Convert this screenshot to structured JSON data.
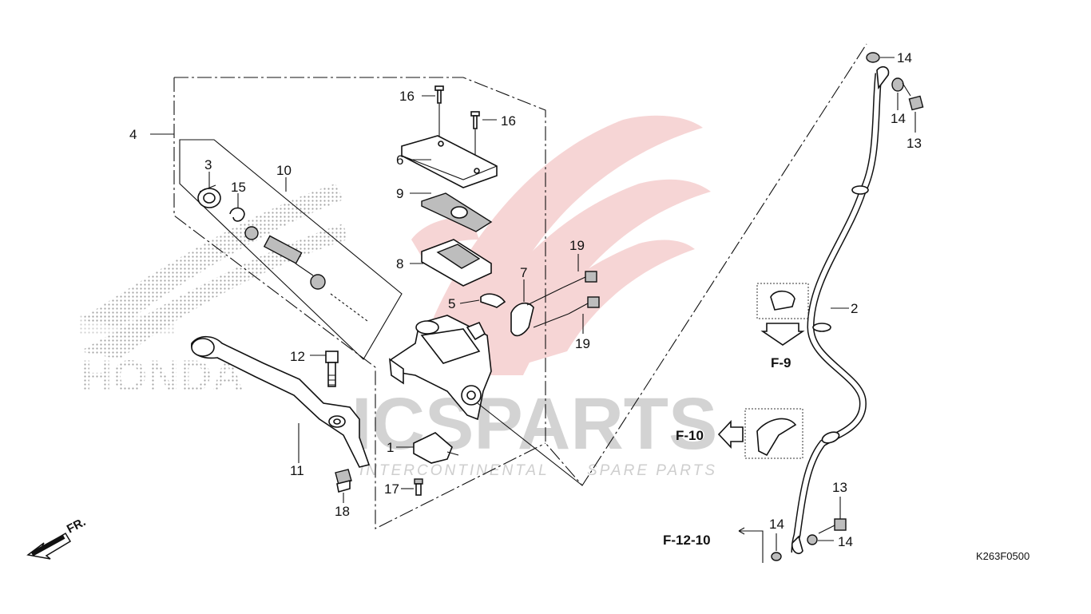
{
  "watermark": {
    "brand": "HONDA",
    "shop": "ICSPARTS",
    "tagline_left": "INTERCONTINENTAL",
    "tagline_right": "SPARE PARTS",
    "colors": {
      "red": "#e23a3a",
      "gray": "#9a9a9a"
    }
  },
  "diagram_code": "K263F0500",
  "direction": {
    "label": "FR."
  },
  "refs": {
    "f9": "F-9",
    "f10": "F-10",
    "f1210": "F-12-10"
  },
  "callouts": {
    "c1": "1",
    "c2": "2",
    "c3": "3",
    "c4": "4",
    "c5": "5",
    "c6": "6",
    "c7": "7",
    "c8": "8",
    "c9": "9",
    "c10": "10",
    "c11": "11",
    "c12": "12",
    "c13a": "13",
    "c13b": "13",
    "c14a": "14",
    "c14b": "14",
    "c14c": "14",
    "c14d": "14",
    "c15": "15",
    "c16a": "16",
    "c16b": "16",
    "c17": "17",
    "c18": "18",
    "c19a": "19",
    "c19b": "19"
  }
}
